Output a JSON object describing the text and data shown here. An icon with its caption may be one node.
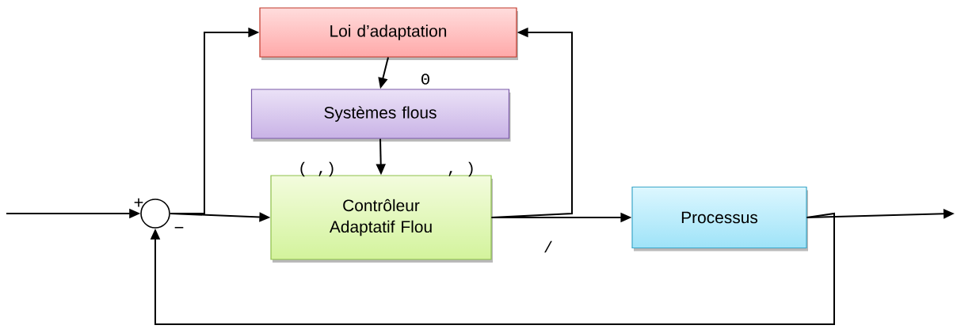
{
  "diagram": {
    "nodes": [
      {
        "text": [
          "Loi d’adaptation"
        ]
      },
      {
        "text": [
          "Systèmes flous"
        ]
      },
      {
        "text": [
          "Contrôleur Adaptatif Flou"
        ]
      },
      {
        "text": [
          "Processus"
        ]
      },
      {
        "text": [],
        "shape": "circle"
      }
    ],
    "edges": [
      {
        "from": null,
        "to": 4,
        "arrow": "to"
      },
      {
        "from": 4,
        "to": 2,
        "arrow": "to"
      },
      {
        "from": 4,
        "to": 0,
        "arrow": "to"
      },
      {
        "from": 0,
        "to": 1,
        "arrow": "to",
        "label": "Θ"
      },
      {
        "from": 1,
        "to": 2,
        "arrow": "to"
      },
      {
        "from": 2,
        "to": 3,
        "arrow": "to"
      },
      {
        "from": 2,
        "to": 0,
        "arrow": "to"
      },
      {
        "from": 3,
        "to": null,
        "arrow": "to"
      },
      {
        "from": 3,
        "to": 4,
        "arrow": "to"
      }
    ],
    "labels": [
      "+",
      "−",
      "( ,)",
      ", )",
      "/"
    ]
  }
}
